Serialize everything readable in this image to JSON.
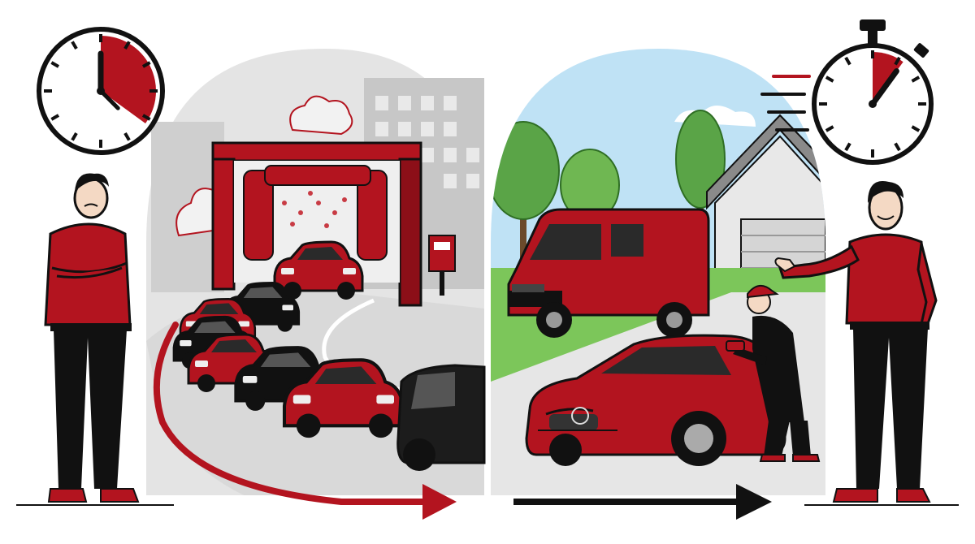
{
  "illustration": {
    "colors": {
      "accent_red": "#b3141f",
      "dark_red": "#8c0f18",
      "ink": "#111111",
      "sky": "#bfe2f5",
      "grass": "#7cc65a",
      "tree": "#5aa447",
      "building_gray": "#c9c9c9",
      "background": "#ffffff"
    },
    "left_panel": {
      "clock": {
        "icon": "analog-clock-icon",
        "elapsed_fraction": 0.35
      },
      "person": {
        "expression": "frustrated",
        "pose": "arms-crossed"
      },
      "car_wash": {
        "icon": "car-wash-tunnel-icon"
      },
      "queue_car_count": 7
    },
    "right_panel": {
      "stopwatch": {
        "icon": "stopwatch-icon",
        "elapsed_fraction": 0.1
      },
      "person": {
        "expression": "happy",
        "pose": "presenting"
      },
      "van": {
        "icon": "delivery-van-icon"
      },
      "sedan": {
        "icon": "sedan-car-icon"
      },
      "detailer": {
        "icon": "detailer-worker-icon"
      },
      "house": {
        "icon": "house-garage-icon"
      }
    }
  }
}
